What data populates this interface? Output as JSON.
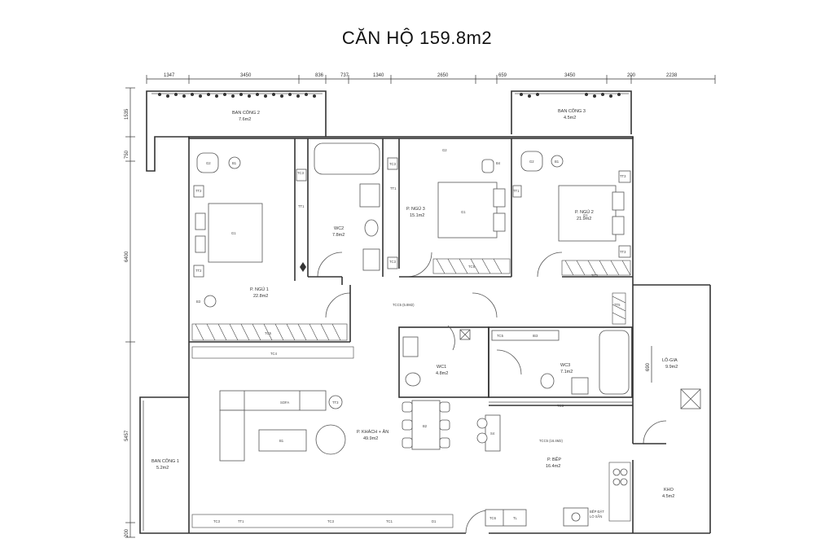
{
  "title": "CĂN HỘ 159.8m2",
  "dims_top": [
    "1347",
    "3450",
    "836",
    "737",
    "1340",
    "2650",
    "659",
    "3450",
    "200",
    "2238"
  ],
  "dims_left": [
    "1535",
    "750",
    "6400",
    "5457",
    "200"
  ],
  "dims_right": [
    "690"
  ],
  "rooms": {
    "balcony2": {
      "name": "BAN CÔNG 2",
      "area": "7.6m2"
    },
    "balcony3": {
      "name": "BAN CÔNG 3",
      "area": "4.5m2"
    },
    "bed1": {
      "name": "P. NGỦ 1",
      "area": "22.8m2"
    },
    "wc2": {
      "name": "WC2",
      "area": "7.8m2"
    },
    "bed3": {
      "name": "P. NGỦ 3",
      "area": "15.1m2"
    },
    "bed2": {
      "name": "P. NGỦ 2",
      "area": "21.9m2"
    },
    "wc1": {
      "name": "WC1",
      "area": "4.8m2"
    },
    "wc3": {
      "name": "WC3",
      "area": "7.1m2"
    },
    "logia": {
      "name": "LÔ-GIA",
      "area": "9.9m2"
    },
    "living": {
      "name": "P. KHÁCH + ĂN",
      "area": "49.9m2"
    },
    "kitchen": {
      "name": "P. BẾP",
      "area": "16.4m2"
    },
    "balcony1": {
      "name": "BAN CÔNG 1",
      "area": "5.2m2"
    },
    "storage": {
      "name": "KHO",
      "area": "4.5m2"
    }
  },
  "labels": {
    "tcc_hall": "TCC5 (5.8M2)",
    "tcc_kitchen": "TCC5 (16.4M2)",
    "sofa": "SOFA",
    "tc4": "TC4",
    "tc5a": "TC5",
    "tc5b": "TC5",
    "tc5c": "TC5",
    "tc3a": "TC3",
    "tc3b": "TC3",
    "tc3c": "TC3",
    "tc3d": "TC3",
    "tc3e": "TC3",
    "tc1": "TC1",
    "tt1a": "TT1",
    "tt1b": "TT1",
    "tt1c": "TT1",
    "tt2a": "TT2",
    "tt2b": "TT2",
    "tt3a": "TT3",
    "tt3b": "TT3",
    "tt5": "TT5",
    "g1a": "G1",
    "g1b": "G1",
    "g1c": "G1",
    "g2a": "G2",
    "g2b": "G2",
    "g2c": "G2",
    "b1a": "B1",
    "b1b": "B1",
    "b1c": "B1",
    "b2": "B2",
    "b3": "B3",
    "b4": "B4",
    "s4": "S4",
    "d1": "D1",
    "tl": "TL",
    "tc6": "TC6",
    "ib3": "IB3",
    "kitchen_note1": "BẾP ĐẶT",
    "kitchen_note2": "LÒ SẴN"
  }
}
